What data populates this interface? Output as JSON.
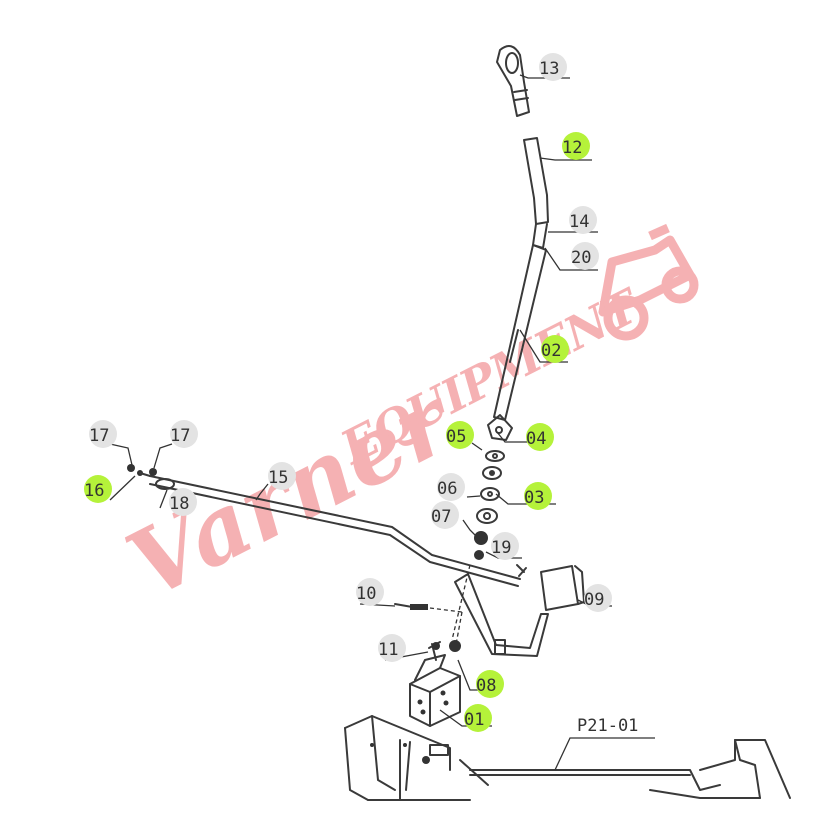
{
  "watermark": {
    "script_text": "Varner",
    "block_text": "EQUIPMENT",
    "color": "#f4a3a6"
  },
  "callout_colors": {
    "highlight": "#b5f23a",
    "plain": "#e3e3e3",
    "text": "#333333"
  },
  "callouts": [
    {
      "id": "13",
      "highlighted": false
    },
    {
      "id": "12",
      "highlighted": true
    },
    {
      "id": "14",
      "highlighted": false
    },
    {
      "id": "20",
      "highlighted": false
    },
    {
      "id": "02",
      "highlighted": true
    },
    {
      "id": "05",
      "highlighted": true
    },
    {
      "id": "04",
      "highlighted": true
    },
    {
      "id": "06",
      "highlighted": false
    },
    {
      "id": "03",
      "highlighted": true
    },
    {
      "id": "07",
      "highlighted": false
    },
    {
      "id": "19",
      "highlighted": false
    },
    {
      "id": "17",
      "highlighted": false
    },
    {
      "id": "17",
      "highlighted": false
    },
    {
      "id": "16",
      "highlighted": true
    },
    {
      "id": "18",
      "highlighted": false
    },
    {
      "id": "15",
      "highlighted": false
    },
    {
      "id": "09",
      "highlighted": false
    },
    {
      "id": "10",
      "highlighted": false
    },
    {
      "id": "11",
      "highlighted": false
    },
    {
      "id": "08",
      "highlighted": true
    },
    {
      "id": "01",
      "highlighted": true
    }
  ],
  "assembly_label": "P21-01"
}
